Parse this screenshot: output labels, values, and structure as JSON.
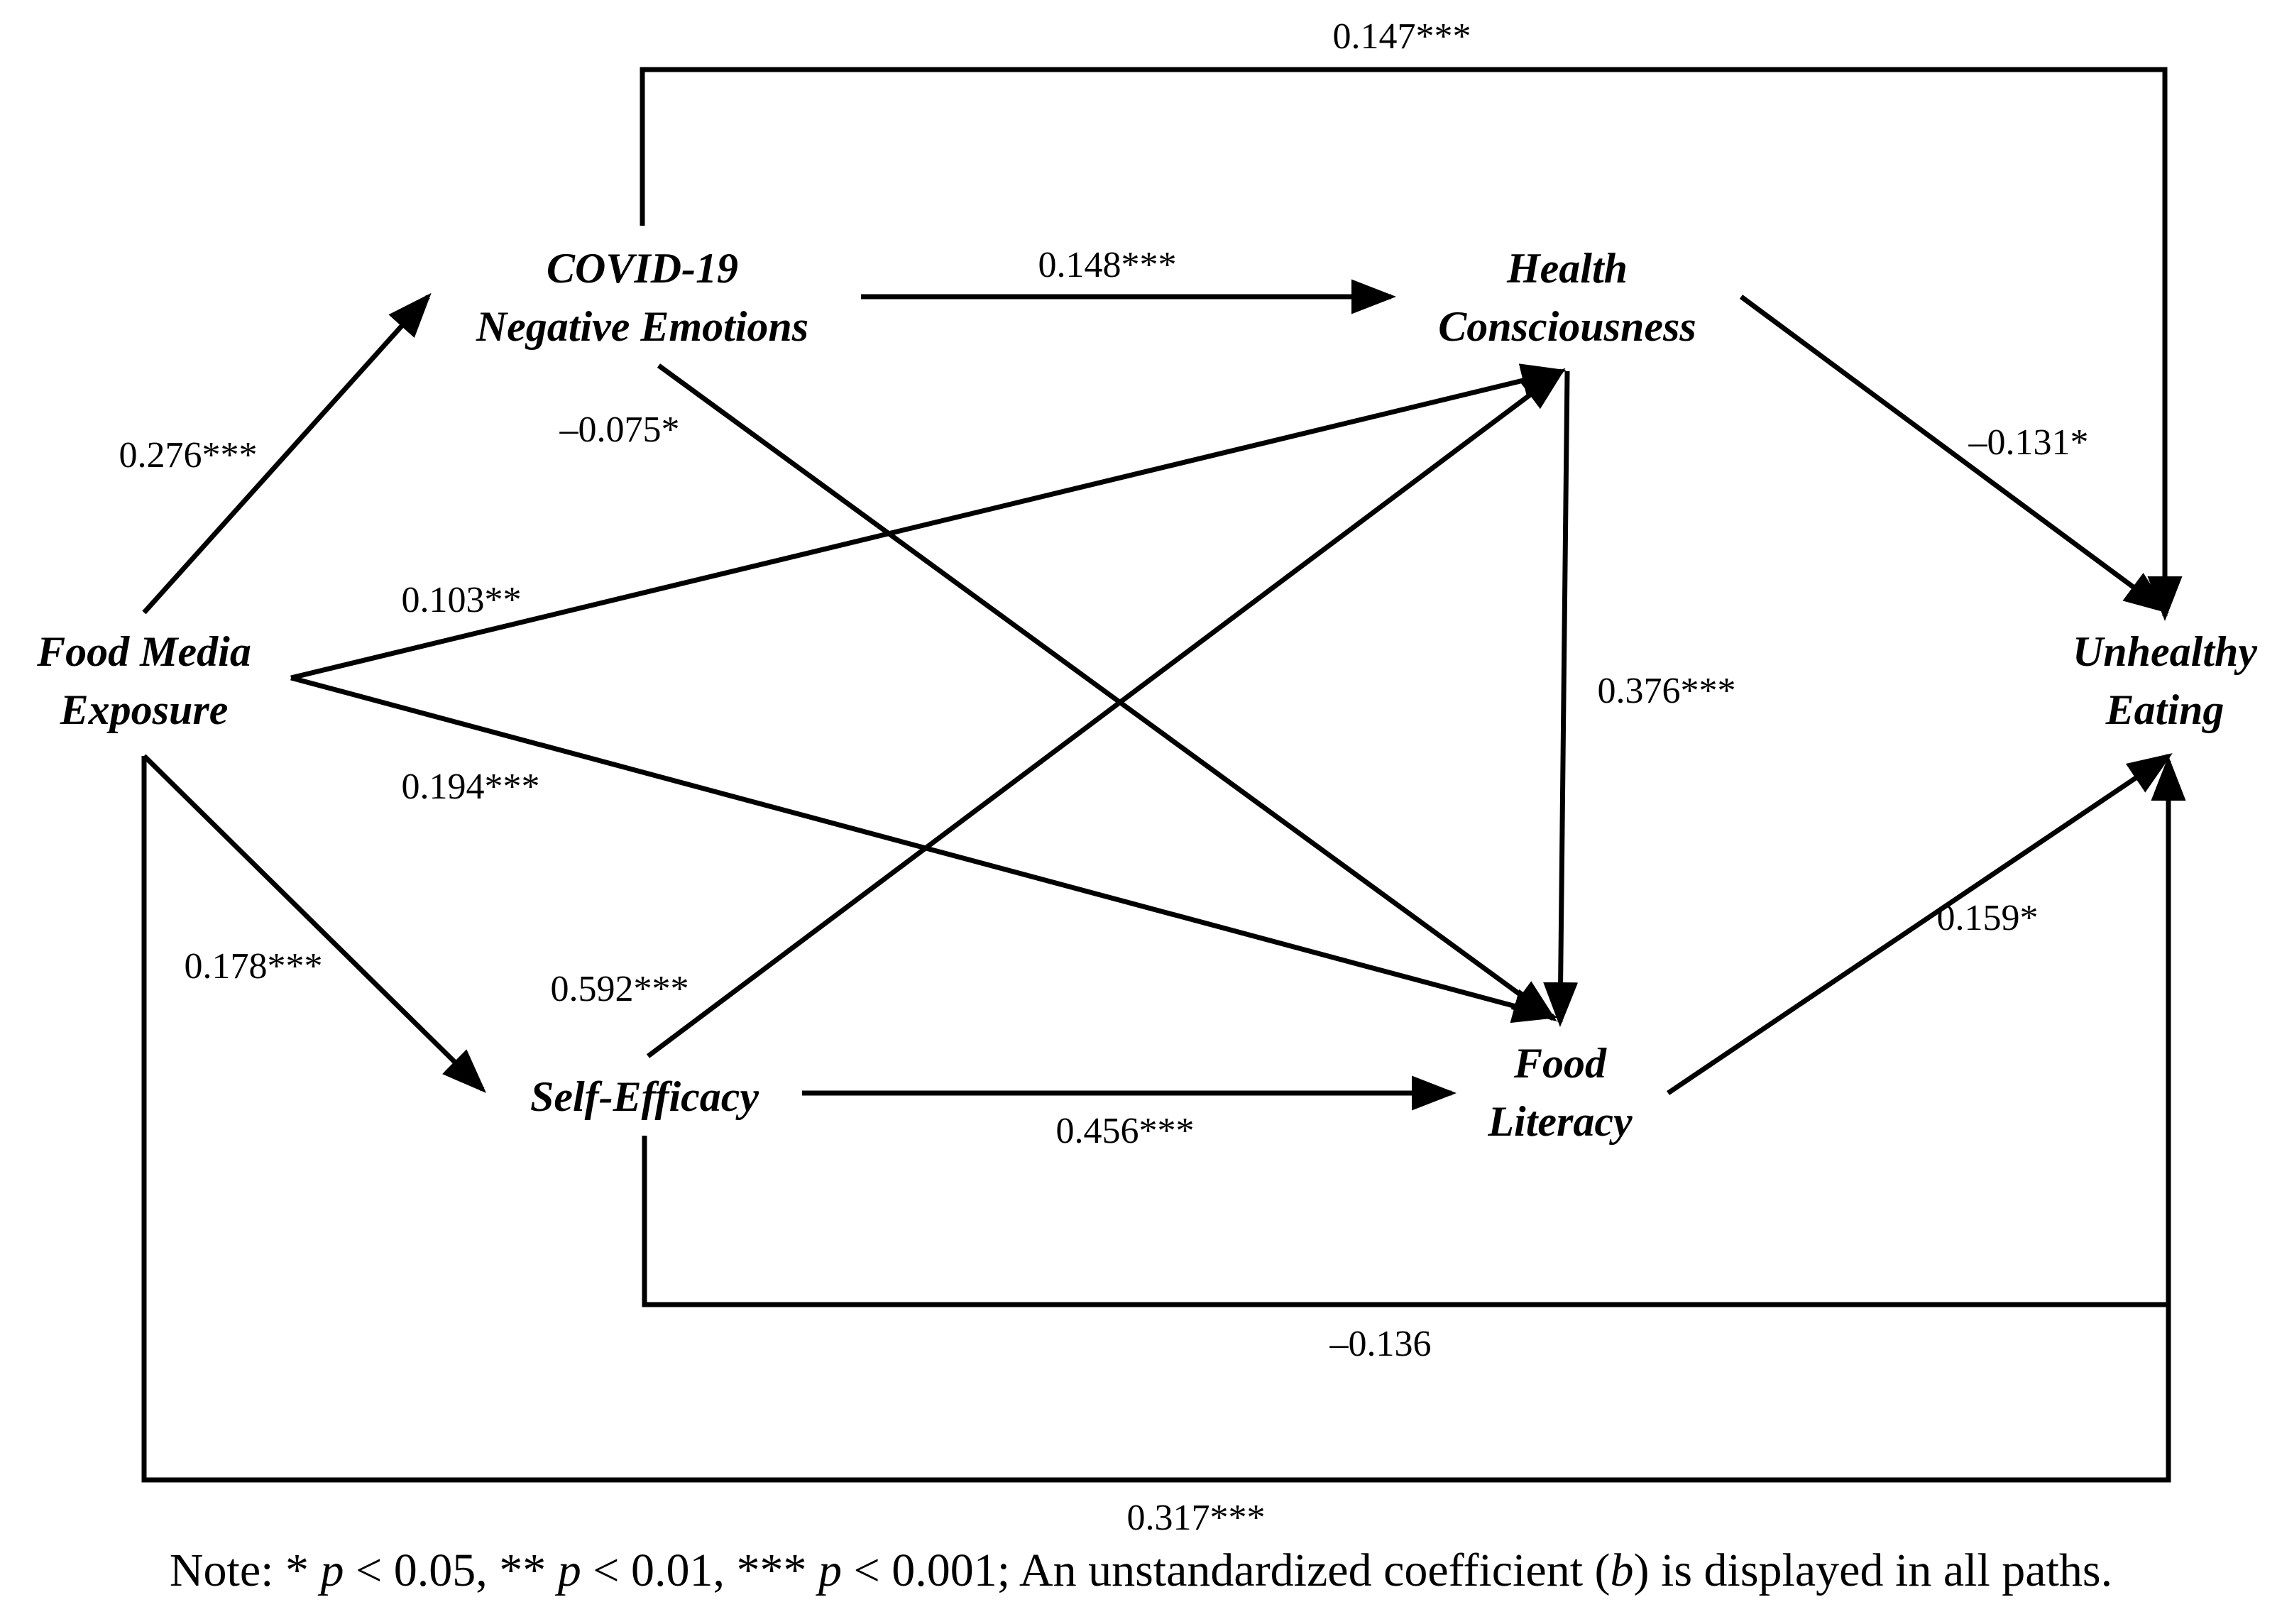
{
  "nodes": {
    "covid": {
      "line1": "COVID-19",
      "line2": "Negative Emotions"
    },
    "health": {
      "line1": "Health",
      "line2": "Consciousness"
    },
    "food_media": {
      "line1": "Food Media",
      "line2": "Exposure"
    },
    "unhealthy": {
      "line1": "Unhealthy",
      "line2": "Eating"
    },
    "self_efficacy": {
      "line1": "Self-Efficacy"
    },
    "food_literacy": {
      "line1": "Food",
      "line2": "Literacy"
    }
  },
  "paths": {
    "covid_to_unhealthy": "0.147***",
    "covid_to_health": "0.148***",
    "media_to_covid": "0.276***",
    "covid_to_literacy": "–0.075*",
    "health_to_unhealthy": "–0.131*",
    "media_to_health": "0.103**",
    "health_to_literacy": "0.376***",
    "media_to_literacy": "0.194***",
    "literacy_to_unhealthy": "0.159*",
    "media_to_selfefficacy": "0.178***",
    "selfefficacy_to_health": "0.592***",
    "selfefficacy_to_literacy": "0.456***",
    "selfefficacy_to_unhealthy": "–0.136",
    "media_to_unhealthy": "0.317***"
  },
  "note": {
    "prefix": "Note: * ",
    "p1": "p",
    "part1": " < 0.05, ** ",
    "p2": "p",
    "part2": " < 0.01, *** ",
    "p3": "p",
    "part3": " < 0.001; An unstandardized coefficient (",
    "b": "b",
    "part4": ") is displayed in all paths."
  }
}
